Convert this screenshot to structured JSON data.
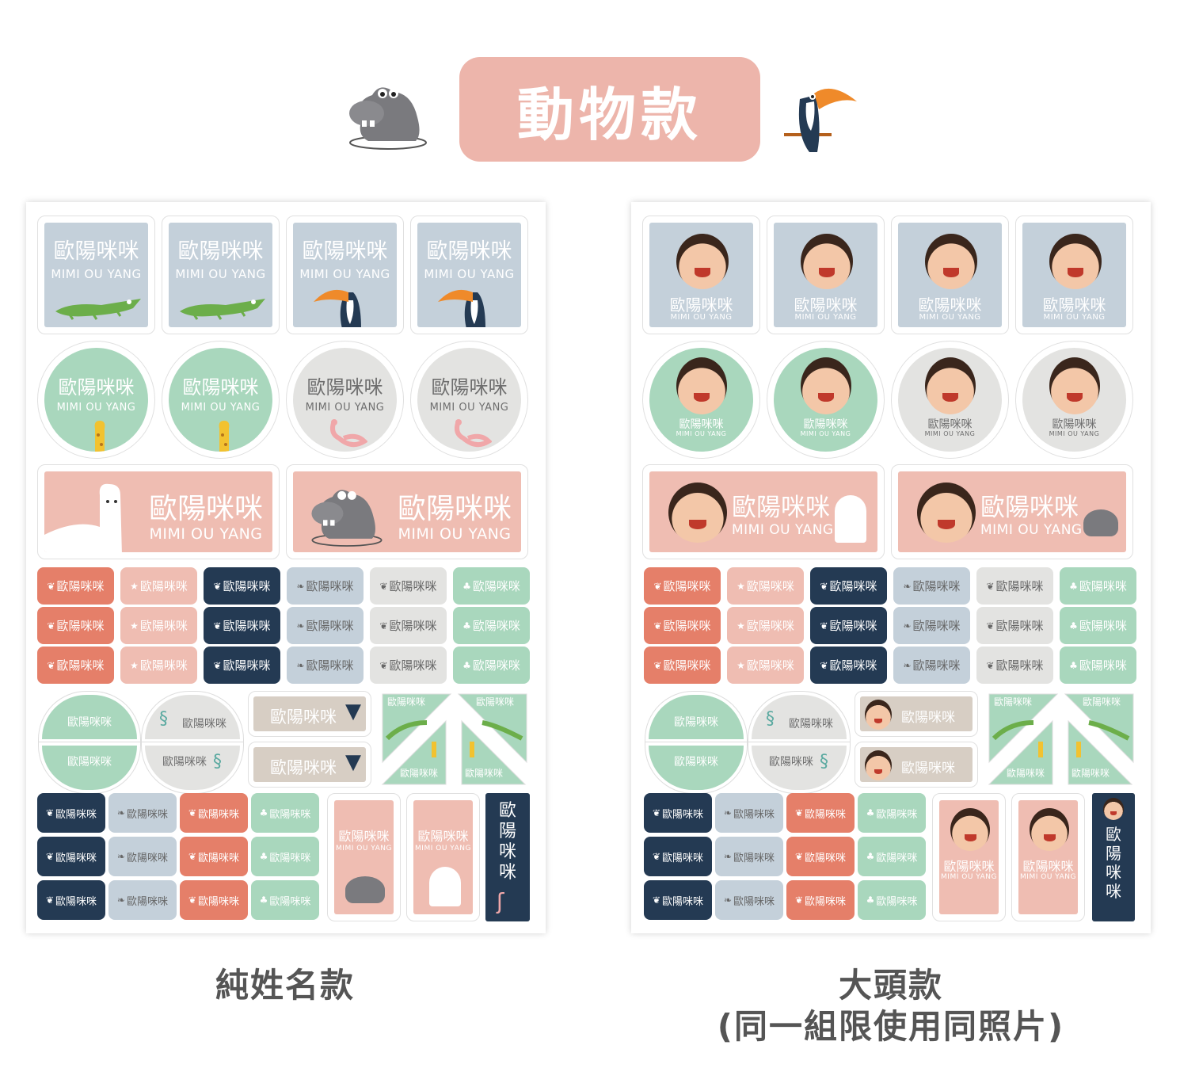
{
  "header": {
    "title": "動物款"
  },
  "sticker": {
    "name_cn": "歐陽咪咪",
    "name_en": "MIMI  OU YANG",
    "vertical_chars": [
      "歐",
      "陽",
      "咪",
      "咪"
    ]
  },
  "captions": {
    "left": "純姓名款",
    "right_line1": "大頭款",
    "right_line2": "(同一組限使用同照片)"
  },
  "colors": {
    "blue_gray": "#c4d0da",
    "mint": "#a9d7bd",
    "light_gray": "#e3e3e1",
    "pink": "#efbdb2",
    "coral": "#e57f69",
    "navy": "#243a53",
    "beige": "#d7cec4",
    "title_pill": "#edb5ab"
  },
  "icons": [
    "hippo-icon",
    "toucan-icon",
    "crocodile-icon",
    "giraffe-icon",
    "flamingo-icon",
    "llama-icon",
    "snake-icon",
    "palm-icon",
    "leaf-icon",
    "star-icon"
  ]
}
